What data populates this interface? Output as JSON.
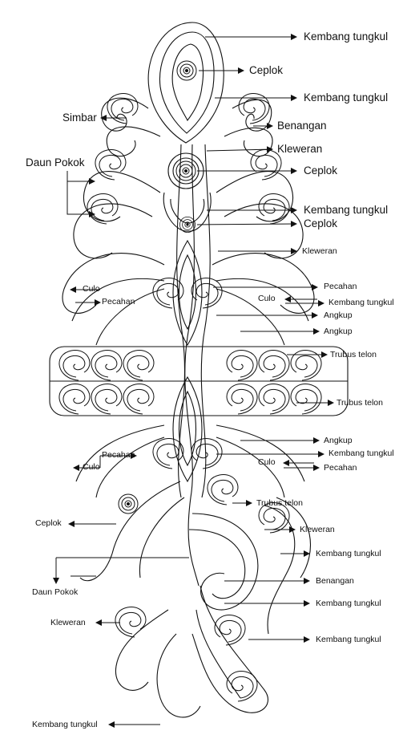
{
  "labels": {
    "kembang_tungkul": "Kembang tungkul",
    "ceplok": "Ceplok",
    "simbar": "Simbar",
    "benangan": "Benangan",
    "kleweran": "Kleweran",
    "daun_pokok": "Daun Pokok",
    "culo": "Culo",
    "pecahan": "Pecahan",
    "angkup": "Angkup",
    "trubus_telon": "Trubus telon"
  },
  "colors": {
    "ink": "#111111",
    "paper": "#ffffff"
  }
}
